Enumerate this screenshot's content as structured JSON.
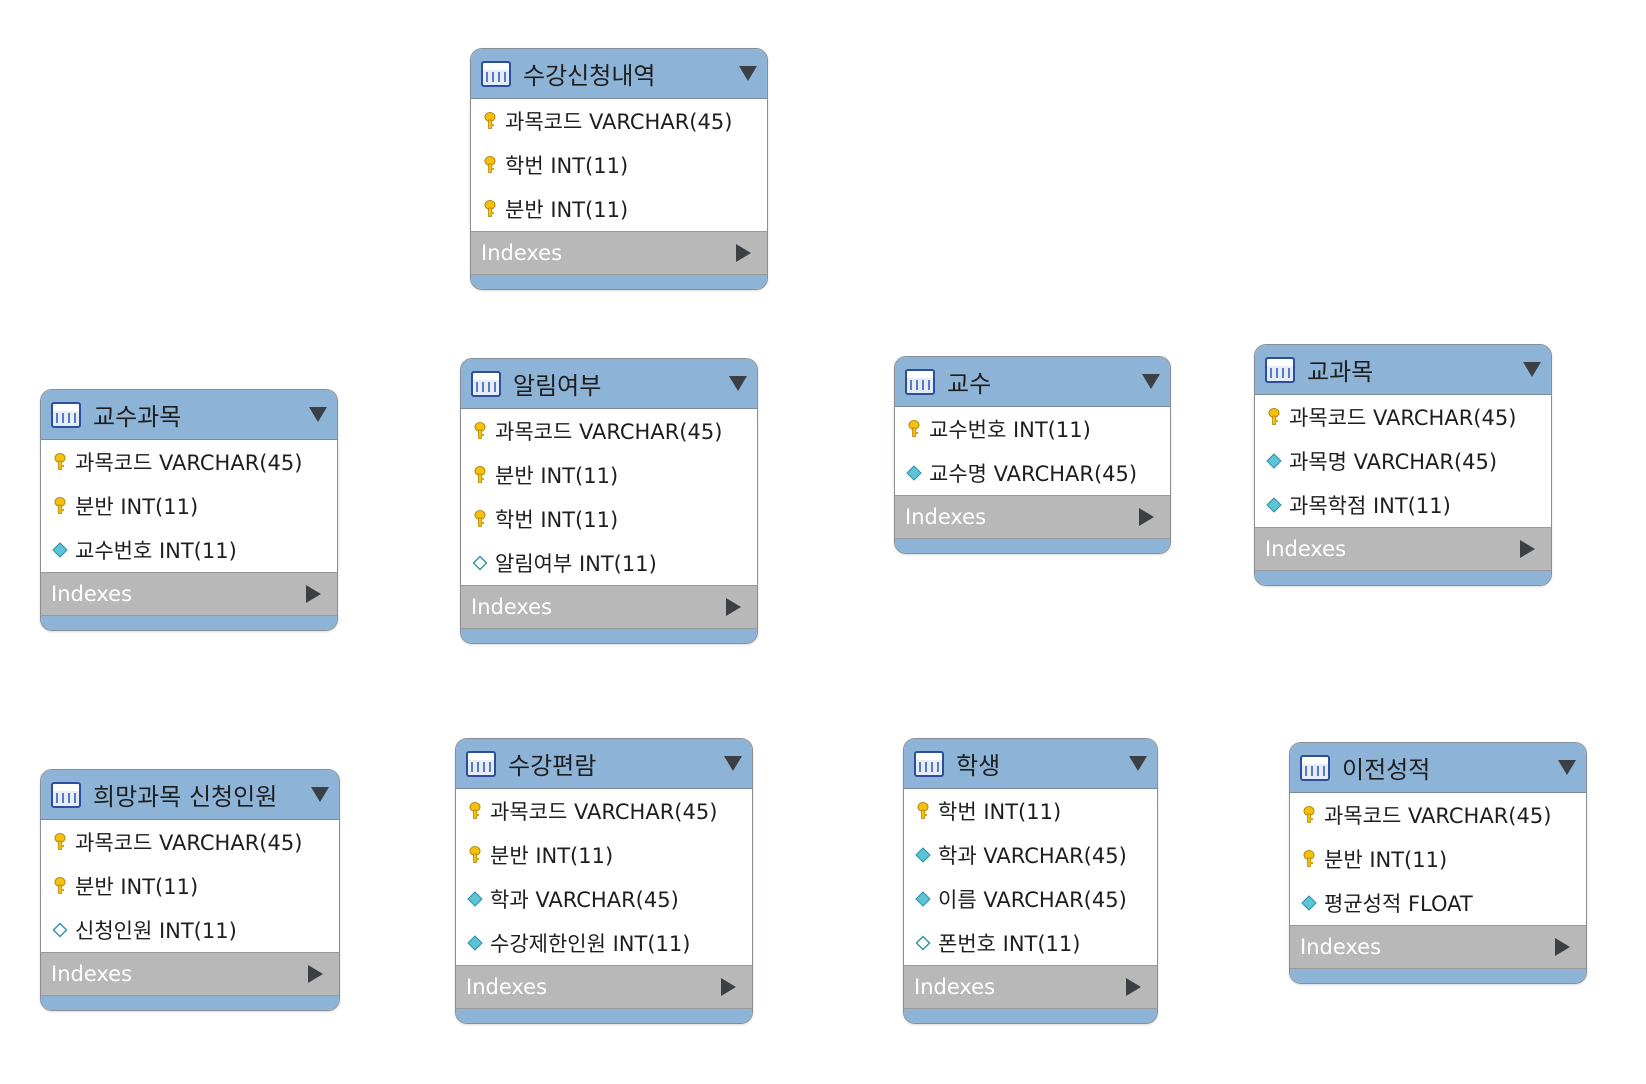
{
  "entities": [
    {
      "title": "수강신청내역",
      "columns": [
        {
          "text": "과목코드 VARCHAR(45)",
          "icon": "key-icon"
        },
        {
          "text": "학번 INT(11)",
          "icon": "key-icon"
        },
        {
          "text": "분반 INT(11)",
          "icon": "key-icon"
        }
      ],
      "indexes_label": "Indexes"
    },
    {
      "title": "교수과목",
      "columns": [
        {
          "text": "과목코드 VARCHAR(45)",
          "icon": "key-icon"
        },
        {
          "text": "분반 INT(11)",
          "icon": "key-icon"
        },
        {
          "text": "교수번호 INT(11)",
          "icon": "diamond-filled-icon"
        }
      ],
      "indexes_label": "Indexes"
    },
    {
      "title": "알림여부",
      "columns": [
        {
          "text": "과목코드 VARCHAR(45)",
          "icon": "key-icon"
        },
        {
          "text": "분반 INT(11)",
          "icon": "key-icon"
        },
        {
          "text": "학번 INT(11)",
          "icon": "key-icon"
        },
        {
          "text": "알림여부 INT(11)",
          "icon": "diamond-empty-icon"
        }
      ],
      "indexes_label": "Indexes"
    },
    {
      "title": "교수",
      "columns": [
        {
          "text": "교수번호 INT(11)",
          "icon": "key-icon"
        },
        {
          "text": "교수명 VARCHAR(45)",
          "icon": "diamond-filled-icon"
        }
      ],
      "indexes_label": "Indexes"
    },
    {
      "title": "교과목",
      "columns": [
        {
          "text": "과목코드 VARCHAR(45)",
          "icon": "key-icon"
        },
        {
          "text": "과목명 VARCHAR(45)",
          "icon": "diamond-filled-icon"
        },
        {
          "text": "과목학점 INT(11)",
          "icon": "diamond-filled-icon"
        }
      ],
      "indexes_label": "Indexes"
    },
    {
      "title": "희망과목 신청인원",
      "columns": [
        {
          "text": "과목코드 VARCHAR(45)",
          "icon": "key-icon"
        },
        {
          "text": "분반 INT(11)",
          "icon": "key-icon"
        },
        {
          "text": "신청인원 INT(11)",
          "icon": "diamond-empty-icon"
        }
      ],
      "indexes_label": "Indexes"
    },
    {
      "title": "수강편람",
      "columns": [
        {
          "text": "과목코드 VARCHAR(45)",
          "icon": "key-icon"
        },
        {
          "text": "분반 INT(11)",
          "icon": "key-icon"
        },
        {
          "text": "학과 VARCHAR(45)",
          "icon": "diamond-filled-icon"
        },
        {
          "text": "수강제한인원 INT(11)",
          "icon": "diamond-filled-icon"
        }
      ],
      "indexes_label": "Indexes"
    },
    {
      "title": "학생",
      "columns": [
        {
          "text": "학번 INT(11)",
          "icon": "key-icon"
        },
        {
          "text": "학과 VARCHAR(45)",
          "icon": "diamond-filled-icon"
        },
        {
          "text": "이름 VARCHAR(45)",
          "icon": "diamond-filled-icon"
        },
        {
          "text": "폰번호 INT(11)",
          "icon": "diamond-empty-icon"
        }
      ],
      "indexes_label": "Indexes"
    },
    {
      "title": "이전성적",
      "columns": [
        {
          "text": "과목코드 VARCHAR(45)",
          "icon": "key-icon"
        },
        {
          "text": "분반 INT(11)",
          "icon": "key-icon"
        },
        {
          "text": "평균성적 FLOAT",
          "icon": "diamond-filled-icon"
        }
      ],
      "indexes_label": "Indexes"
    }
  ],
  "colors": {
    "header": "#8db4d6",
    "indexes_bar": "#b8b8b8",
    "key": "#f4c20d",
    "attribute": "#5bc4d6"
  }
}
